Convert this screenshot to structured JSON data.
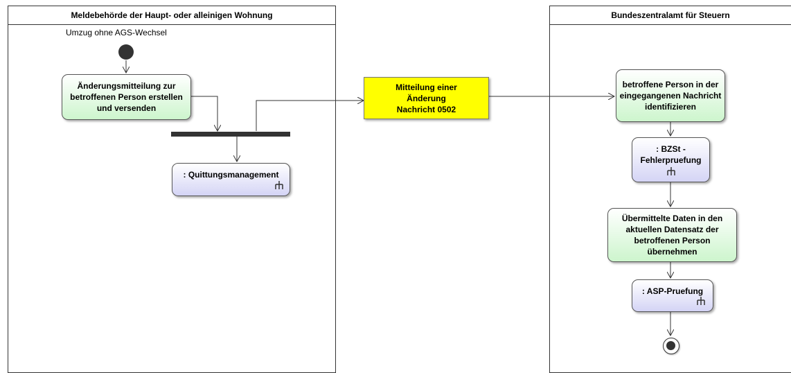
{
  "lanes": {
    "left_title": "Meldebehörde der Haupt- oder alleinigen Wohnung",
    "right_title": "Bundeszentralamt für Steuern"
  },
  "start_note": "Umzug ohne AGS-Wechsel",
  "nodes": {
    "aenderungsmitteilung": "Änderungsmitteilung zur betroffenen Person erstellen und versenden",
    "quittungsmanagement": ": Quittungsmanagement",
    "mitteilung_line1": "Mitteilung einer",
    "mitteilung_line2": "Änderung",
    "mitteilung_line3": "Nachricht 0502",
    "identifizieren": "betroffene Person in der eingegangenen Nachricht identifizieren",
    "fehlerpruefung": ": BZSt - Fehlerpruefung",
    "uebernehmen": "Übermittelte Daten in den aktuellen Datensatz der betroffenen Person übernehmen",
    "asp_pruefung": ": ASP-Pruefung"
  },
  "colors": {
    "action_fill": "#cdf5cd",
    "call_fill": "#d4d4f5",
    "object_fill": "#ffff00",
    "line": "#333333"
  }
}
